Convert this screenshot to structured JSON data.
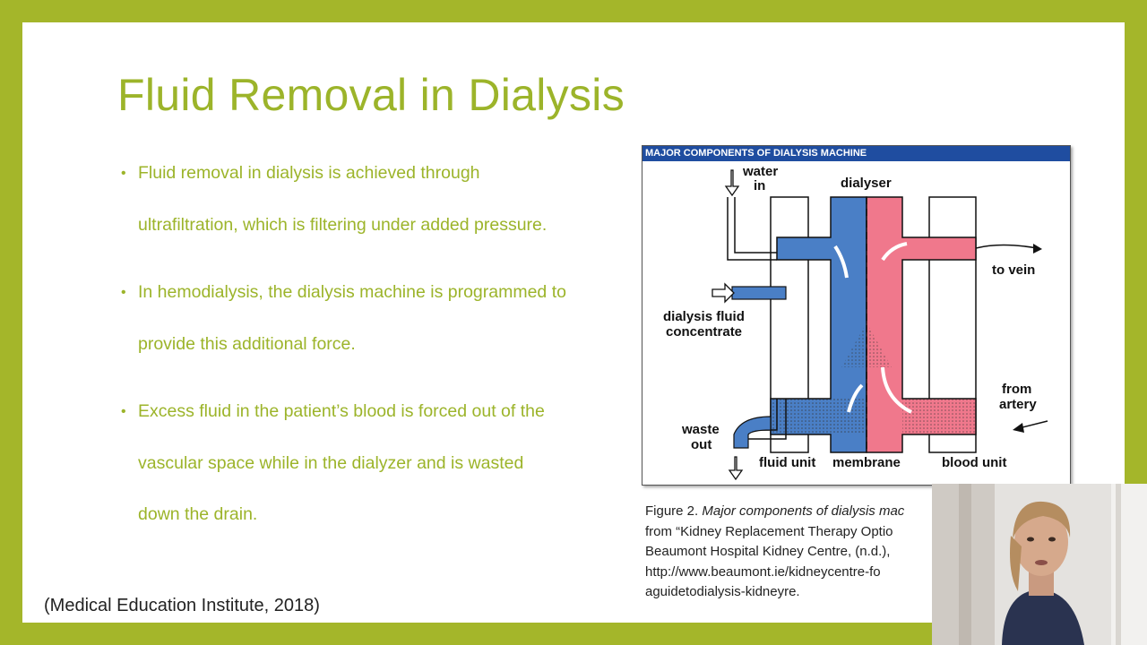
{
  "slide": {
    "title": "Fluid Removal in Dialysis",
    "bullets": [
      "Fluid removal in dialysis is achieved through ultrafiltration, which is filtering under added pressure.",
      "In hemodialysis, the dialysis machine is programmed to provide this additional force.",
      "Excess fluid in the patient’s blood is forced out of the vascular space while in the dialyzer and is wasted down the drain."
    ],
    "citation": "(Medical Education Institute, 2018)"
  },
  "figure": {
    "header": "MAJOR COMPONENTS OF DIALYSIS MACHINE",
    "labels": {
      "water_in_1": "water",
      "water_in_2": "in",
      "dialyser": "dialyser",
      "to_vein": "to vein",
      "concentrate_1": "dialysis fluid",
      "concentrate_2": "concentrate",
      "from_artery_1": "from",
      "from_artery_2": "artery",
      "waste_out_1": "waste",
      "waste_out_2": "out",
      "fluid_unit": "fluid unit",
      "membrane": "membrane",
      "blood_unit": "blood unit"
    },
    "colors": {
      "dialysate": "#4a7fc6",
      "blood": "#f0788c",
      "header": "#1f4da0"
    }
  },
  "caption": {
    "prefix": "Figure 2. ",
    "italic": "Major components of dialysis mac",
    "line2": "from “Kidney Replacement Therapy Optio",
    "line3": "Beaumont Hospital Kidney Centre, (n.d.),",
    "line4": "http://www.beaumont.ie/kidneycentre-fo",
    "line5": "aguidetodialysis-kidneyre."
  }
}
